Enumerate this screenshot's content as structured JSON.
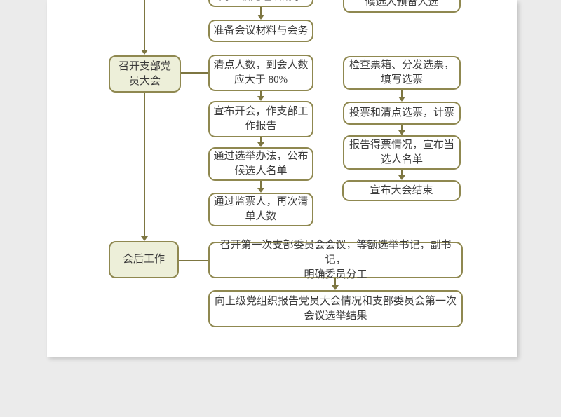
{
  "page": {
    "background": "#ebebeb",
    "sheet_background": "#ffffff"
  },
  "colors": {
    "box_border": "#8f8850",
    "connector": "#7d7641",
    "stage_fill": "#edefd9",
    "text": "#3b3b3b"
  },
  "flowchart": {
    "stages": {
      "convene_meeting": [
        "召开支部党",
        "员大会"
      ],
      "after_work": "会后工作"
    },
    "prep": {
      "request_cutoff": "向上级党组织请示",
      "materials": "准备会议材料与会务",
      "candidates_cutoff": "候选人预备人选"
    },
    "meeting": {
      "count_attendees": [
        "清点人数，到会人数",
        "应大于 80%"
      ],
      "open_report": [
        "宣布开会，作支部工",
        "作报告"
      ],
      "election_method": [
        "通过选举办法，公布",
        "候选人名单"
      ],
      "scrutineers": [
        "通过监票人，再次清",
        "单人数"
      ]
    },
    "voting": {
      "check_ballot_box": [
        "检查票箱、分发选票，",
        "填写选票"
      ],
      "vote_count": "投票和清点选票，计票",
      "report_results": [
        "报告得票情况，宣布当",
        "选人名单"
      ],
      "announce_end": "宣布大会结束"
    },
    "after": {
      "first_committee_meeting": [
        "召开第一次支部委员会会议，等额选举书记，副书记，",
        "明确委员分工"
      ],
      "report_to_higher": [
        "向上级党组织报告党员大会情况和支部委员会第一次",
        "会议选举结果"
      ]
    }
  }
}
